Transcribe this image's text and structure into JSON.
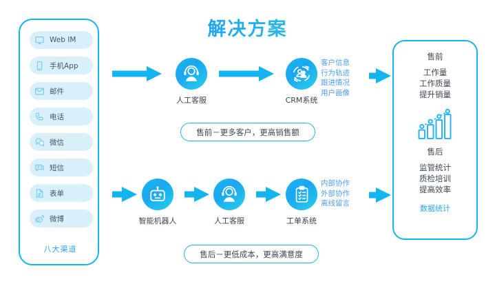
{
  "title": "解决方案",
  "channels": {
    "footer_label": "八大渠道",
    "items": [
      {
        "label": "Web IM",
        "icon": "monitor-icon"
      },
      {
        "label": "手机App",
        "icon": "mobile-phone-icon"
      },
      {
        "label": "邮件",
        "icon": "envelope-icon"
      },
      {
        "label": "电话",
        "icon": "phone-icon"
      },
      {
        "label": "微信",
        "icon": "wechat-icon"
      },
      {
        "label": "短信",
        "icon": "sms-bubble-icon"
      },
      {
        "label": "表单",
        "icon": "form-document-icon"
      },
      {
        "label": "微博",
        "icon": "weibo-icon"
      }
    ]
  },
  "presale_flow": {
    "nodes": [
      {
        "label": "人工客服",
        "icon": "headset-agent-icon"
      },
      {
        "label": "CRM系统",
        "icon": "crm-cycle-users-icon"
      }
    ],
    "annotations": [
      "客户信息",
      "行为轨迹",
      "跟进情况",
      "用户画像"
    ],
    "pill": "售前－更多客户，更高销售额"
  },
  "aftersale_flow": {
    "nodes": [
      {
        "label": "智能机器人",
        "icon": "robot-icon"
      },
      {
        "label": "人工客服",
        "icon": "headset-agent-icon"
      },
      {
        "label": "工单系统",
        "icon": "clipboard-checklist-icon"
      }
    ],
    "annotations": [
      "内部协作",
      "外部协作",
      "离线留言"
    ],
    "pill": "售后－更低成本，更高满意度"
  },
  "stats_panel": {
    "presale_heading": "售前",
    "presale_items": [
      "工作量",
      "工作质量",
      "提升销量"
    ],
    "chart_icon": "bar-chart-growth-icon",
    "aftersale_heading": "售后",
    "aftersale_items": [
      "监管统计",
      "质检培训",
      "提高效率"
    ],
    "footer_link": "数据统计"
  },
  "colors": {
    "accent": "#12b5f0",
    "annotation": "#4c9ef2",
    "text": "#3c4650",
    "chip_bg": "#d9f0fb"
  }
}
